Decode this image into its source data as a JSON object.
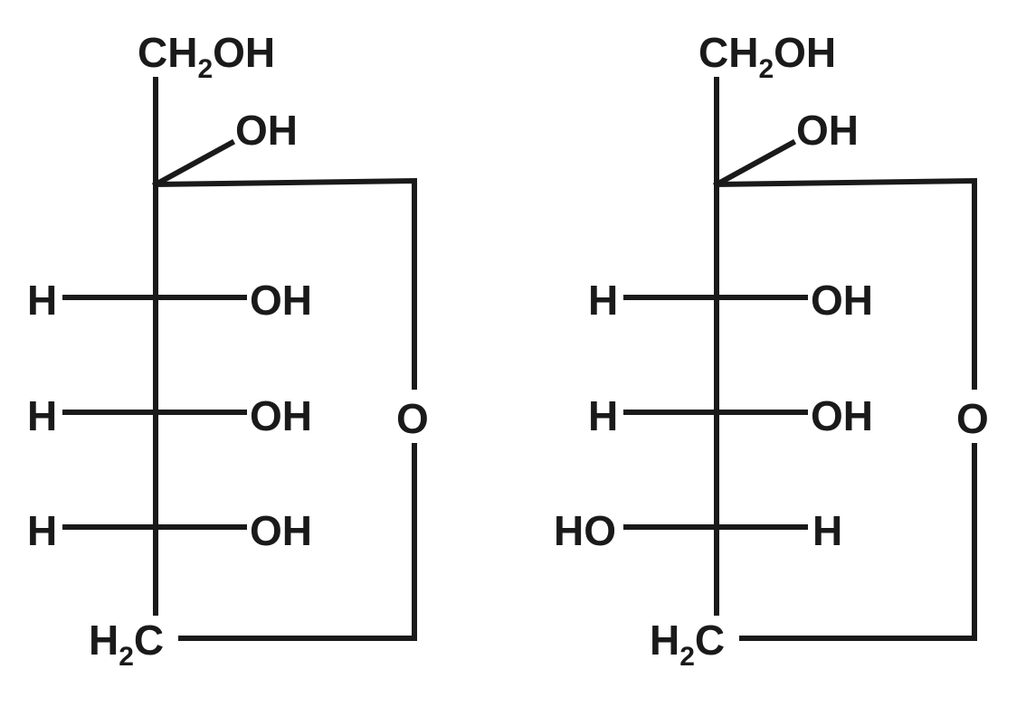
{
  "structures": [
    {
      "top_group": {
        "main": "CH",
        "sub": "2",
        "tail": "OH"
      },
      "anomeric_oh": "OH",
      "ring_oxygen": "O",
      "rows": [
        {
          "left": "H",
          "right": "OH"
        },
        {
          "left": "H",
          "right": "OH"
        },
        {
          "left": "H",
          "right": "OH"
        }
      ],
      "bottom_group": {
        "main": "H",
        "sub": "2",
        "tail": "C"
      }
    },
    {
      "top_group": {
        "main": "CH",
        "sub": "2",
        "tail": "OH"
      },
      "anomeric_oh": "OH",
      "ring_oxygen": "O",
      "rows": [
        {
          "left": "H",
          "right": "OH"
        },
        {
          "left": "H",
          "right": "OH"
        },
        {
          "left": "HO",
          "right": "H"
        }
      ],
      "bottom_group": {
        "main": "H",
        "sub": "2",
        "tail": "C"
      }
    }
  ],
  "colors": {
    "ink": "#1a1a1a",
    "background": "#ffffff"
  }
}
